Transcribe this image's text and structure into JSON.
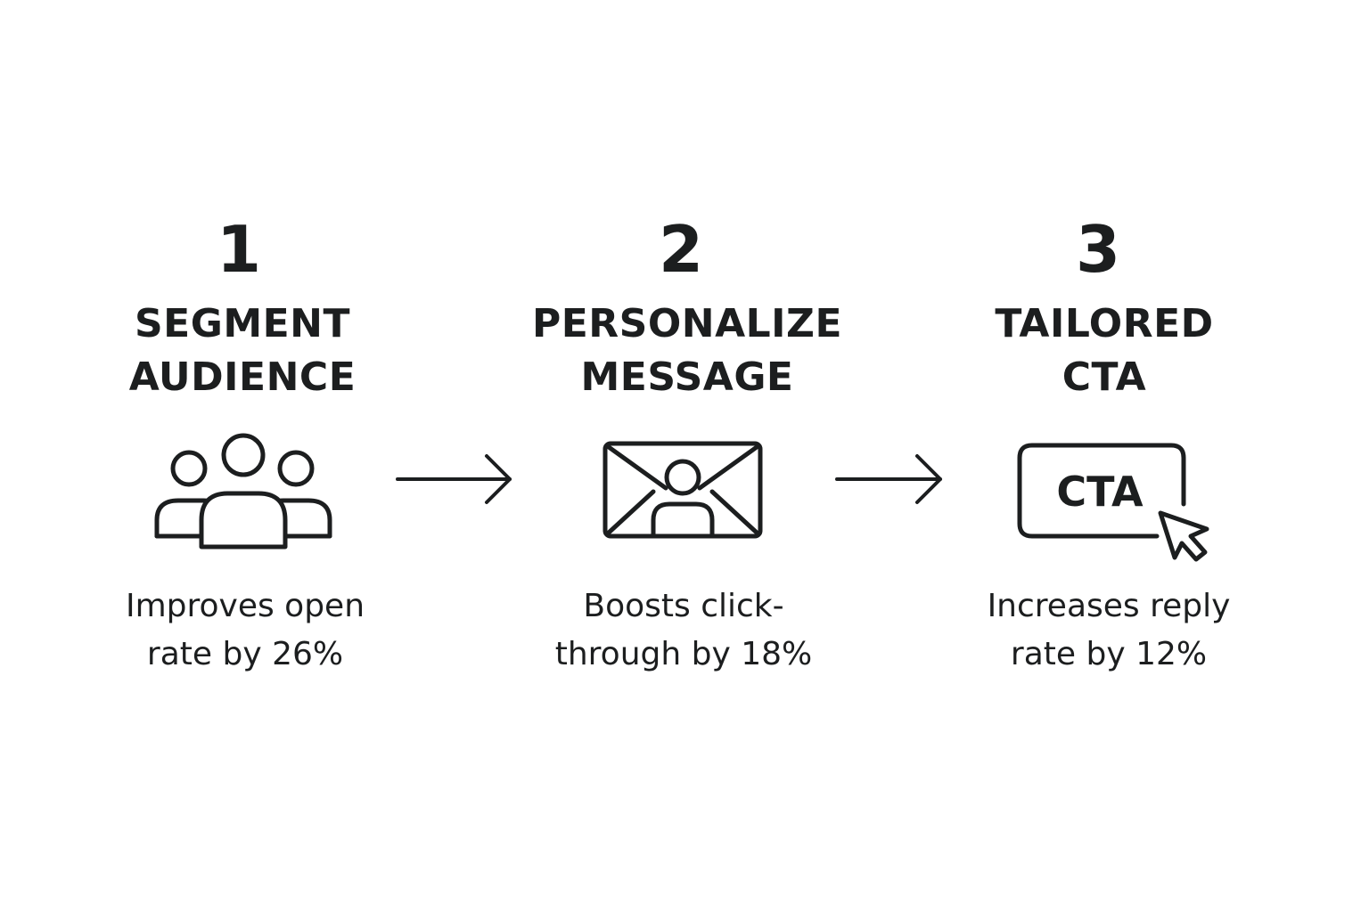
{
  "steps": [
    {
      "number": "1",
      "title_line1": "SEGMENT",
      "title_line2": "AUDIENCE",
      "desc_line1": "Improves open",
      "desc_line2": "rate by 26%",
      "icon": "audience-group-icon"
    },
    {
      "number": "2",
      "title_line1": "PERSONALIZE",
      "title_line2": "MESSAGE",
      "desc_line1": "Boosts click-",
      "desc_line2": "through by 18%",
      "icon": "personalized-envelope-icon"
    },
    {
      "number": "3",
      "title_line1": "TAILORED",
      "title_line2": "CTA",
      "desc_line1": "Increases reply",
      "desc_line2": "rate by 12%",
      "icon": "cta-button-cursor-icon",
      "icon_label": "CTA"
    }
  ],
  "colors": {
    "ink": "#1c1e1f",
    "background": "#ffffff"
  }
}
